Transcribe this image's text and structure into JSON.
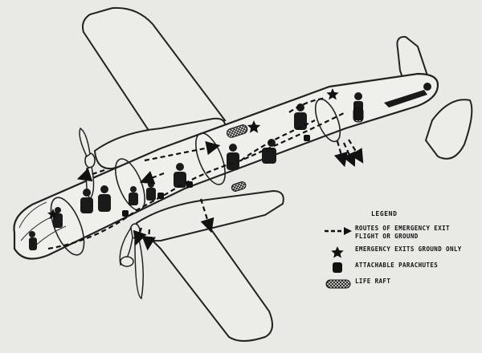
{
  "legend": {
    "title": "LEGEND",
    "items": [
      {
        "symbol": "dashed-arrow",
        "line1": "ROUTES OF EMERGENCY EXIT",
        "line2": "FLIGHT OR GROUND"
      },
      {
        "symbol": "star",
        "line1": "EMERGENCY EXITS GROUND ONLY",
        "line2": ""
      },
      {
        "symbol": "rounded-square",
        "line1": "ATTACHABLE PARACHUTES",
        "line2": ""
      },
      {
        "symbol": "crosshatch-pill",
        "line1": "LIFE RAFT",
        "line2": ""
      }
    ]
  },
  "colors": {
    "background": "#e9e9e5",
    "ink": "#111111",
    "outline": "#222222"
  },
  "icons": [
    "airplane-cutaway-icon",
    "crew-figure-icon",
    "parachute-icon",
    "life-raft-icon",
    "emergency-exit-star-icon",
    "exit-route-arrow-icon"
  ]
}
